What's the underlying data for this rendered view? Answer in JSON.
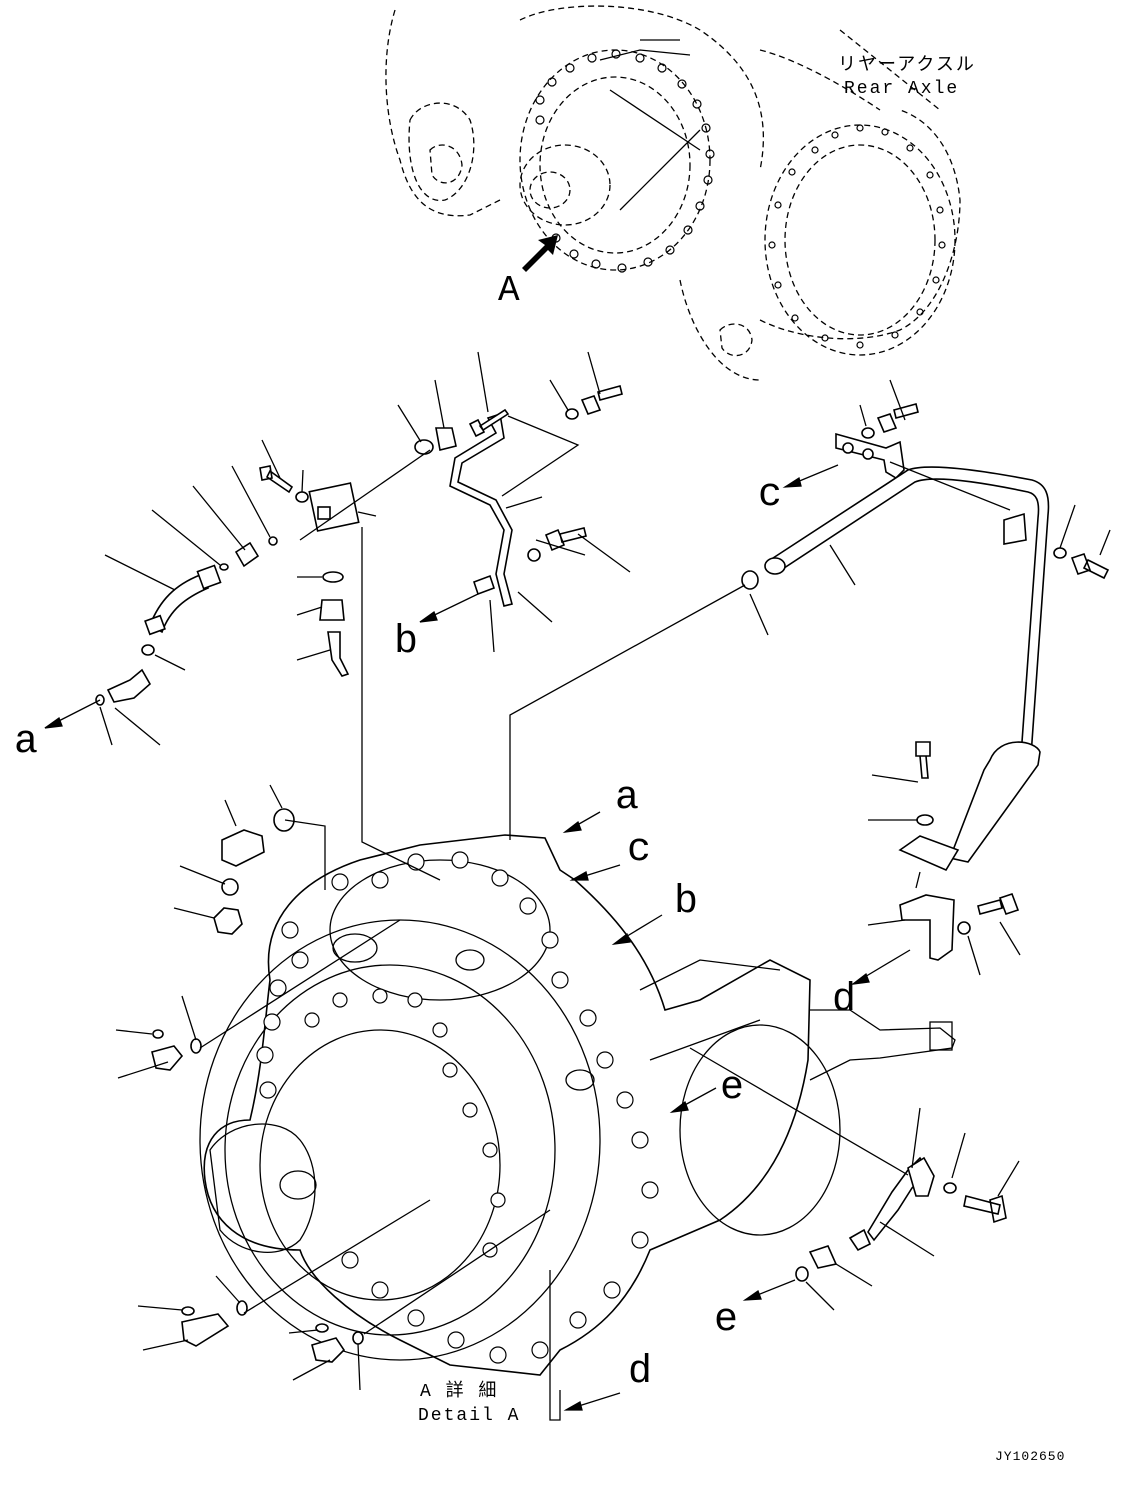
{
  "callout_top": {
    "jp": "リヤーアクスル",
    "en": "Rear Axle"
  },
  "view_marker": "A",
  "detail": {
    "jp": "A 詳 細",
    "en": "Detail A"
  },
  "drawing_code": "JY102650",
  "letters": {
    "a": "a",
    "b": "b",
    "c": "c",
    "d": "d",
    "e": "e"
  }
}
